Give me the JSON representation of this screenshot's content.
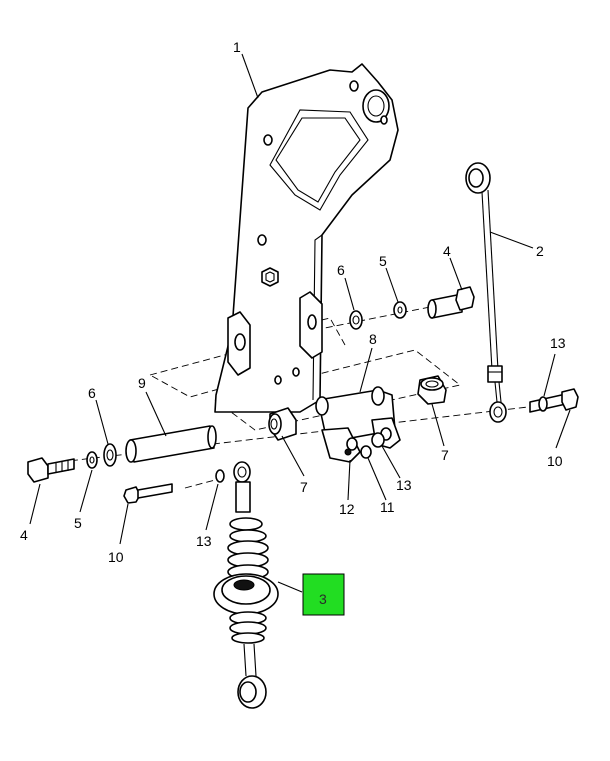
{
  "callouts": {
    "c1": "1",
    "c2": "2",
    "c3": "3",
    "c4a": "4",
    "c4b": "4",
    "c5a": "5",
    "c5b": "5",
    "c6a": "6",
    "c6b": "6",
    "c7a": "7",
    "c7b": "7",
    "c8": "8",
    "c9": "9",
    "c10a": "10",
    "c10b": "10",
    "c11": "11",
    "c12": "12",
    "c13a": "13",
    "c13b": "13",
    "c13c": "13"
  },
  "highlight": {
    "color": "#22dd22"
  }
}
